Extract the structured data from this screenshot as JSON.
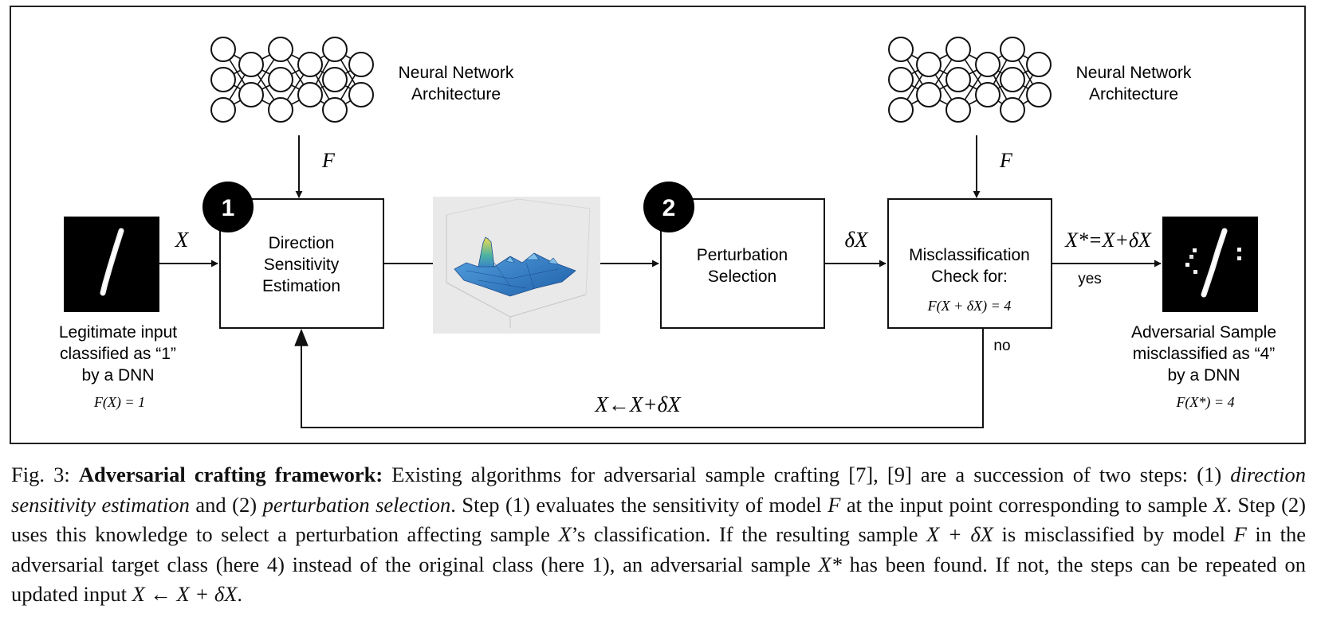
{
  "diagram": {
    "nn_label_left": [
      "Neural Network",
      "Architecture"
    ],
    "nn_label_right": [
      "Neural Network",
      "Architecture"
    ],
    "model_label_left": "F",
    "model_label_right": "F",
    "input_arrow_label": "X",
    "step1_number": "1",
    "step1_label": [
      "Direction",
      "Sensitivity",
      "Estimation"
    ],
    "step2_number": "2",
    "step2_label": [
      "Perturbation",
      "Selection"
    ],
    "delta_label": "δX",
    "check_label": [
      "Misclassification",
      "Check for:"
    ],
    "check_formula": "F(X + δX) = 4",
    "output_arrow_label": "X*=X+δX",
    "yes_label": "yes",
    "no_label": "no",
    "loop_label": "X←X+δX",
    "input_caption": [
      "Legitimate input",
      "classified as “1”",
      "by a DNN"
    ],
    "input_formula": "F(X) = 1",
    "output_caption": [
      "Adversarial Sample",
      "misclassified as “4”",
      "by a DNN"
    ],
    "output_formula": "F(X*) = 4"
  },
  "caption": {
    "prefix": "Fig. 3: ",
    "title": "Adversarial crafting framework:",
    "t1": " Existing algorithms for adversarial sample crafting [7], [9] are a succession of two steps: (1) ",
    "i1": "direction sensitivity estimation",
    "t2": " and (2) ",
    "i2": "perturbation selection",
    "t3": ". Step (1) evaluates the sensitivity of model ",
    "m1": "F",
    "t4": " at the input point corresponding to sample ",
    "m2": "X",
    "t5": ". Step (2) uses this knowledge to select a perturbation affecting sample ",
    "m3": "X",
    "t6": "’s classification. If the resulting sample ",
    "m4": "X + δX",
    "t7": " is misclassified by model ",
    "m5": "F",
    "t8": " in the adversarial target class (here 4) instead of the original class (here 1), an adversarial sample ",
    "m6": "X*",
    "t9": " has been found. If not, the steps can be repeated on updated input ",
    "m7": "X ← X + δX",
    "t10": "."
  },
  "colors": {
    "stroke": "#111111",
    "surface": "#3f8fd2",
    "peak": "#e8d24a"
  }
}
